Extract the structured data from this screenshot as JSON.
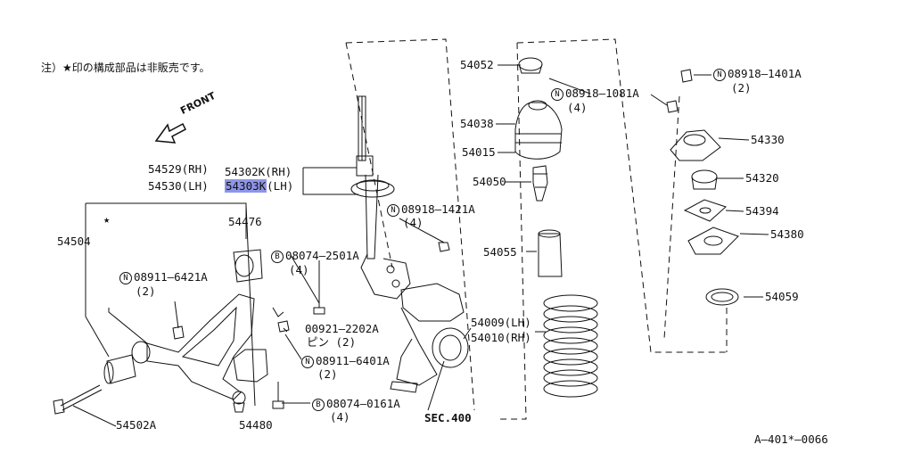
{
  "note": "注）★印の構成部品は非販売です。",
  "front_label": "FRONT",
  "star": "★",
  "diagram_ref": "A–401*–0066",
  "parts": {
    "p54052": "54052",
    "p54038": "54038",
    "p54015": "54015",
    "p54050": "54050",
    "p54055": "54055",
    "p54009": "54009(LH)",
    "p54010": "54010(RH)",
    "sec400": "SEC.400",
    "bolt_1081_code": "08918–1081A",
    "bolt_1081_qty": "(4)",
    "nut_1401_code": "08918–1401A",
    "nut_1401_qty": "(2)",
    "p54330": "54330",
    "p54320": "54320",
    "p54394": "54394",
    "p54380": "54380",
    "p54059": "54059",
    "p54302k": "54302K(RH)",
    "p54303k_code": "54303K",
    "p54303k_side": "(LH)",
    "nut_1421_code": "08918–1421A",
    "nut_1421_qty": "(4)",
    "bolt_2501_code": "08074–2501A",
    "bolt_2501_qty": "(4)",
    "pin_2202_code": "00921–2202A",
    "pin_2202_label": "ピン (2)",
    "nut_6401_code": "08911–6401A",
    "nut_6401_qty": "(2)",
    "bolt_0161_code": "08074–0161A",
    "bolt_0161_qty": "(4)",
    "p54529": "54529(RH)",
    "p54530": "54530(LH)",
    "p54476": "54476",
    "p54504": "54504",
    "nut_6421_code": "08911–6421A",
    "nut_6421_qty": "(2)",
    "p54502a": "54502A",
    "p54480": "54480",
    "marker_n": "N",
    "marker_b": "B"
  },
  "highlight_color": "#8e95e8"
}
